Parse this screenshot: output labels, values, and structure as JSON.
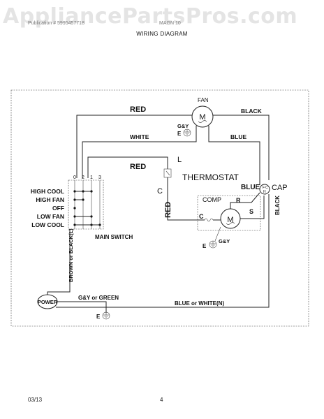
{
  "watermark": "AppliancePartsPros.com",
  "header": {
    "left_text": "Publication # 5995457718",
    "right_text": "MAGN 10",
    "title": "WIRING DIAGRAM"
  },
  "footer": {
    "date": "03/13",
    "page": "4"
  },
  "diagram": {
    "fan_label": "FAN",
    "motor_symbol": "M",
    "wire_red_top": "RED",
    "wire_black_top": "BLACK",
    "wire_white": "WHITE",
    "wire_blue": "BLUE",
    "wire_red_mid": "RED",
    "wire_red_vertical": "RED",
    "wire_blue_cap": "BLUE",
    "wire_black_vertical": "BLACK",
    "wire_brown_black": "BROWN or BLACK(L)",
    "wire_gy_green": "G&Y or GREEN",
    "wire_blue_white": "BLUE or WHITE(N)",
    "gy_label": "G&Y",
    "gy_label_comp": "G&Y",
    "ground_e": "E",
    "thermostat_label": "THERMOSTAT",
    "thermostat_l": "L",
    "thermostat_c": "C",
    "comp_label": "COMP",
    "comp_r": "R",
    "comp_c": "C",
    "comp_s": "S",
    "cap_label": "CAP",
    "cap_f": "F",
    "cap_c": "C",
    "cap_h": "H",
    "power_label": "POWER",
    "main_switch_label": "MAIN SWITCH",
    "switch_terminals": [
      "0",
      "2",
      "1",
      "3"
    ],
    "switch_positions": [
      "HIGH COOL",
      "HIGH FAN",
      "OFF",
      "LOW FAN",
      "LOW COOL"
    ]
  }
}
